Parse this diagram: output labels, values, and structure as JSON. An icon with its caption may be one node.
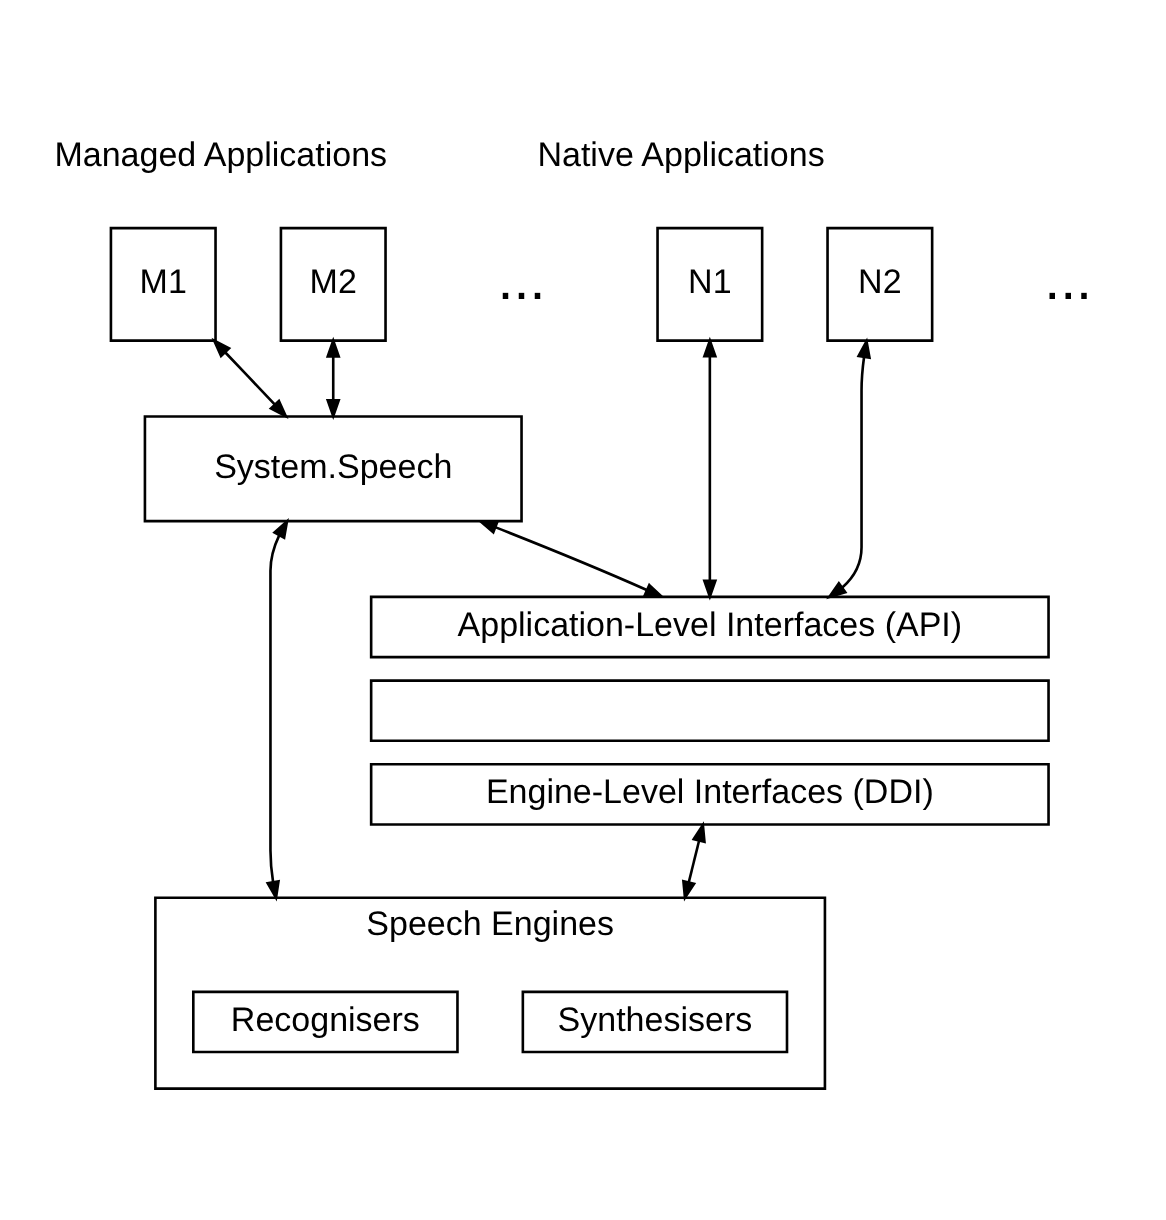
{
  "diagram": {
    "nodes": [
      {
        "text": [
          "M1"
        ]
      },
      {
        "text": [
          "M2"
        ]
      },
      {
        "text": [
          "N1"
        ]
      },
      {
        "text": [
          "N2"
        ]
      },
      {
        "text": [
          "System.Speech"
        ]
      },
      {
        "text": [
          "Application-Level Interfaces (API)"
        ]
      },
      {
        "text": [],
        "shape": "box"
      },
      {
        "text": [
          "Engine-Level Interfaces (DDI)"
        ]
      },
      {
        "text": [
          "Speech Engines"
        ]
      },
      {
        "text": [
          "Recognisers"
        ],
        "in": 8
      },
      {
        "text": [
          "Synthesisers"
        ],
        "in": 8
      }
    ],
    "edges": [
      {
        "from": 0,
        "to": 4,
        "arrow": "both"
      },
      {
        "from": 1,
        "to": 4,
        "arrow": "both"
      },
      {
        "from": 2,
        "to": 5,
        "arrow": "both"
      },
      {
        "from": 3,
        "to": 5,
        "arrow": "both"
      },
      {
        "from": 4,
        "to": 5,
        "arrow": "both"
      },
      {
        "from": 4,
        "to": 8,
        "arrow": "both"
      },
      {
        "from": 7,
        "to": 8,
        "arrow": "both"
      }
    ],
    "labels": [
      "Managed Applications",
      "Native Applications",
      "...",
      "..."
    ]
  }
}
